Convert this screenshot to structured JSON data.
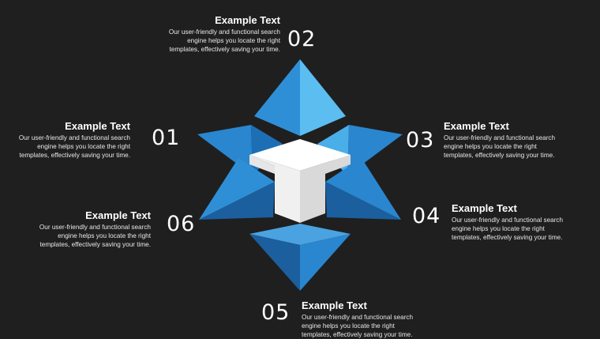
{
  "colors": {
    "background": "#1f1f1f",
    "text": "#ffffff",
    "blue_light": "#5bbdf0",
    "blue_mid": "#2f8fd6",
    "blue_dark": "#1b5f9e",
    "cube_top": "#ffffff",
    "cube_side": "#d9d9d9"
  },
  "center_icon": "cube-t-shape",
  "items": [
    {
      "number": "01",
      "title": "Example Text",
      "desc_lines": [
        "Our user-friendly and functional search",
        "engine helps you locate the right",
        "templates, effectively saving your time."
      ]
    },
    {
      "number": "02",
      "title": "Example Text",
      "desc_lines": [
        "Our user-friendly and functional search",
        "engine helps you locate the right",
        "templates, effectively saving your time."
      ]
    },
    {
      "number": "03",
      "title": "Example Text",
      "desc_lines": [
        "Our user-friendly and functional search",
        "engine helps you locate the right",
        "templates, effectively saving your time."
      ]
    },
    {
      "number": "04",
      "title": "Example Text",
      "desc_lines": [
        "Our user-friendly and functional search",
        "engine helps you locate the right",
        "templates, effectively saving your time."
      ]
    },
    {
      "number": "05",
      "title": "Example Text",
      "desc_lines": [
        "Our user-friendly and functional search",
        "engine helps you locate the right",
        "templates, effectively saving your time."
      ]
    },
    {
      "number": "06",
      "title": "Example Text",
      "desc_lines": [
        "Our user-friendly and functional search",
        "engine helps you locate the right",
        "templates, effectively saving your time."
      ]
    }
  ]
}
